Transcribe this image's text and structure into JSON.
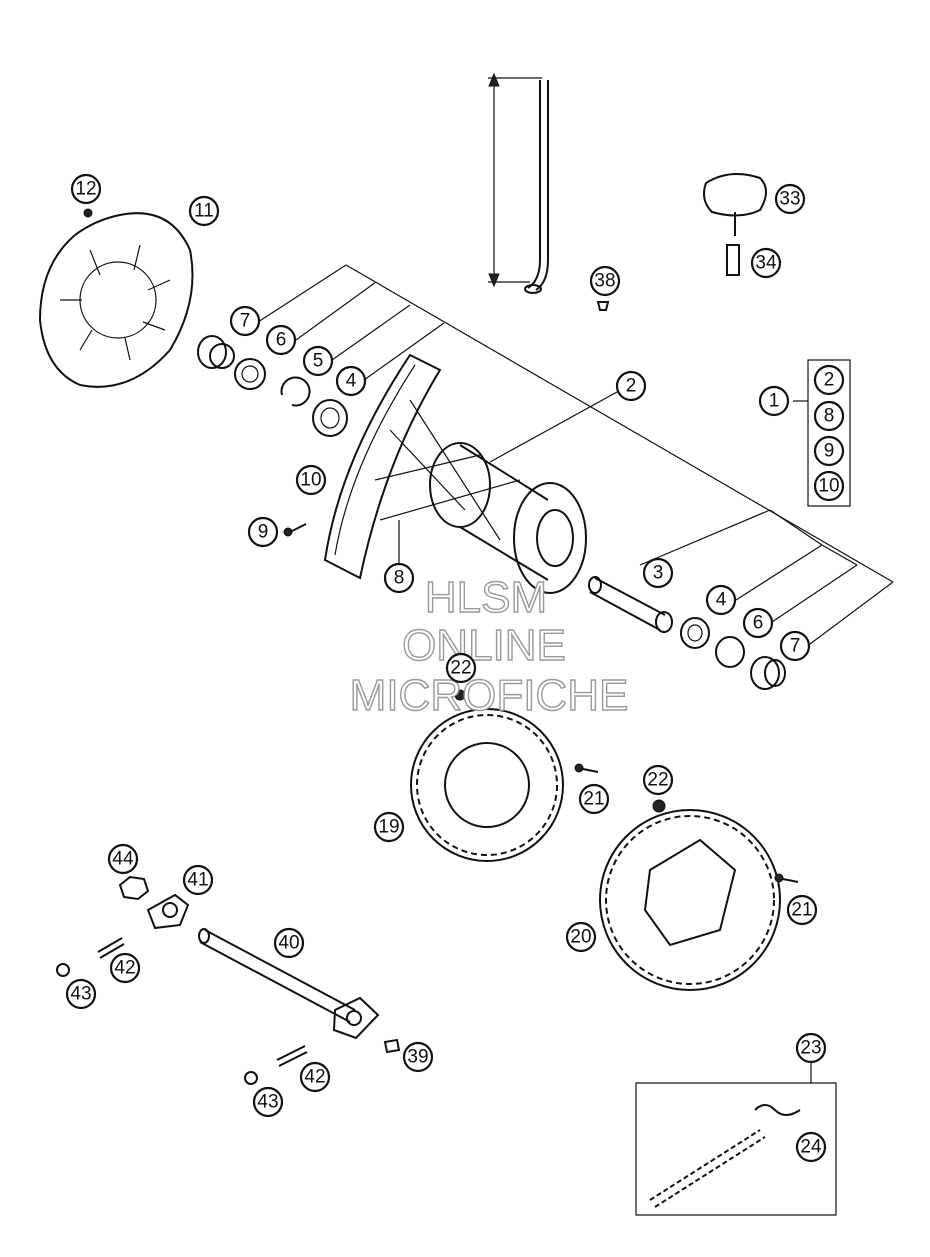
{
  "watermark": {
    "line1": "HLSM",
    "line2": "ONLINE",
    "line3": "MICROFICHE"
  },
  "callouts": {
    "c1": "1",
    "c2": "2",
    "c3": "3",
    "c4a": "4",
    "c4b": "4",
    "c5": "5",
    "c6a": "6",
    "c6b": "6",
    "c7a": "7",
    "c7b": "7",
    "c8": "8",
    "c9": "9",
    "c10": "10",
    "c11": "11",
    "c12": "12",
    "c19": "19",
    "c20": "20",
    "c21a": "21",
    "c21b": "21",
    "c22a": "22",
    "c22b": "22",
    "c23": "23",
    "c24": "24",
    "c33": "33",
    "c34": "34",
    "c38": "38",
    "c39": "39",
    "c40": "40",
    "c41": "41",
    "c42a": "42",
    "c42b": "42",
    "c43a": "43",
    "c43b": "43",
    "c44": "44",
    "kit_2": "2",
    "kit_8": "8",
    "kit_9": "9",
    "kit_10": "10"
  }
}
